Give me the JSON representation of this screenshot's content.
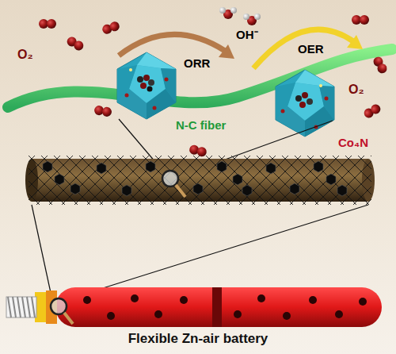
{
  "diagram": {
    "caption": "Flexible Zn-air battery",
    "labels": [
      "O₂",
      "ORR",
      "OH⁻",
      "OER",
      "O₂",
      "N-C fiber",
      "Co₄N"
    ]
  }
}
